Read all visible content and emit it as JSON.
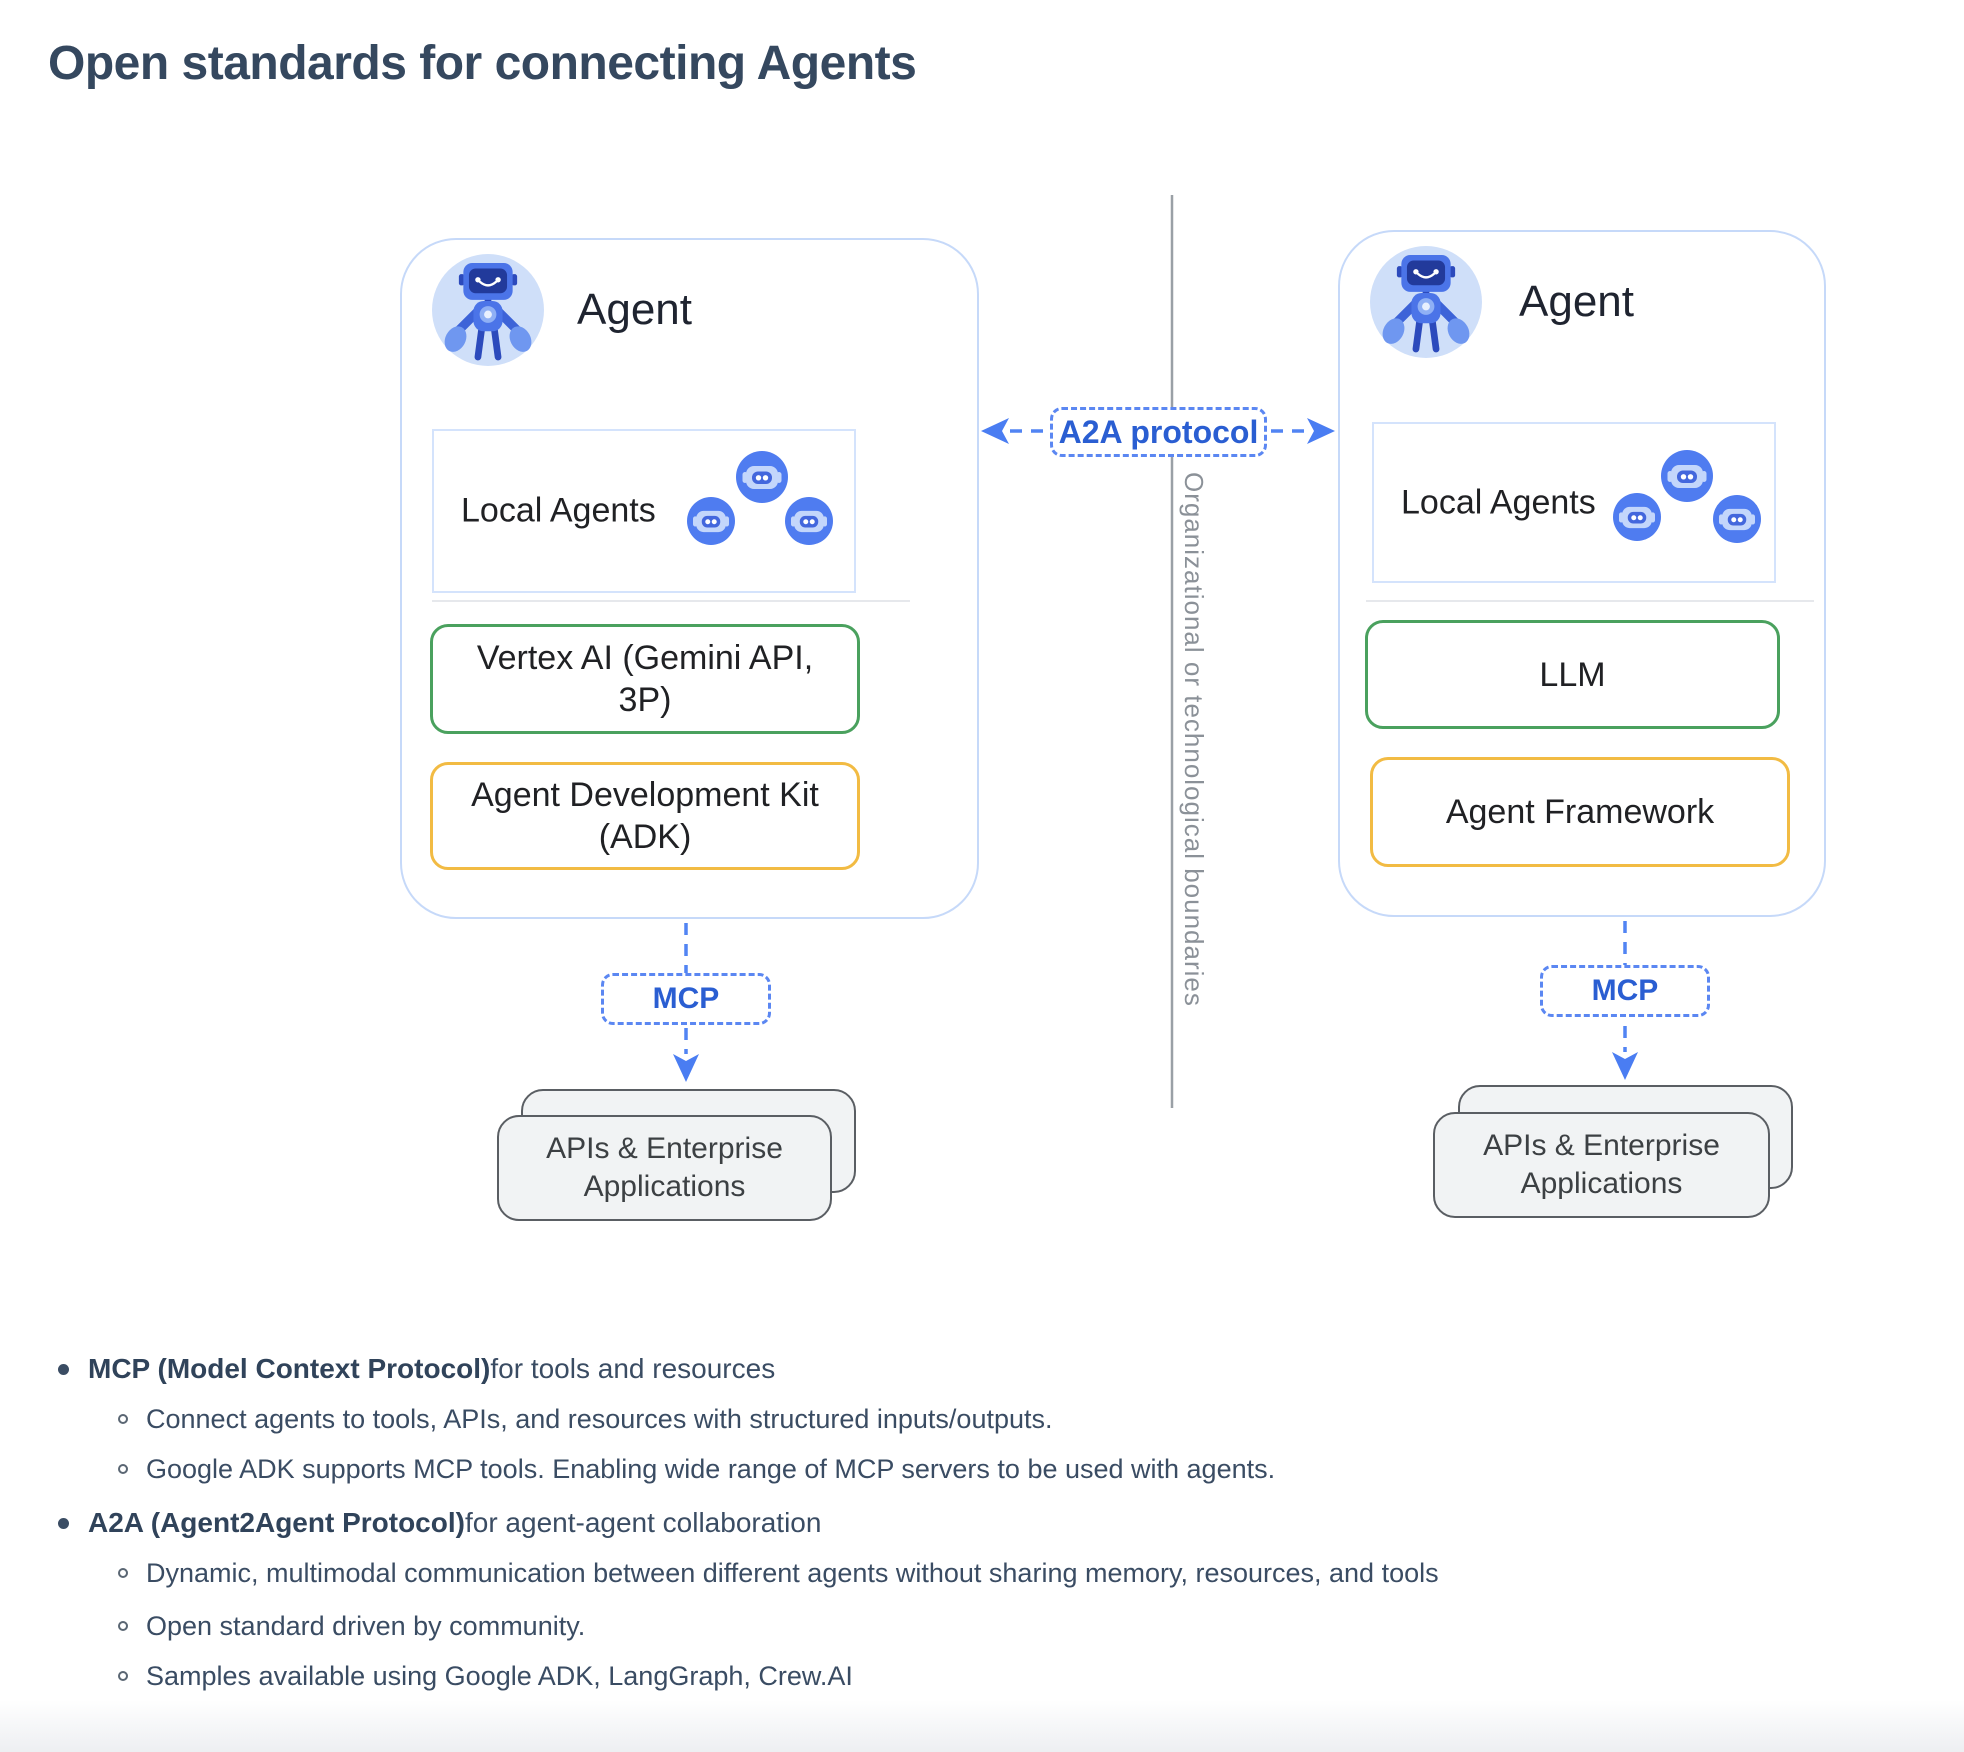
{
  "page": {
    "title": "Open standards for connecting Agents"
  },
  "colors": {
    "accent_blue": "#2a5ed2",
    "dashed_blue": "#5184f3",
    "card_border_blue": "#c6d9f9",
    "inner_border_blue": "#d4e3fc",
    "green_border": "#4aa15e",
    "yellow_border": "#f2bb43",
    "boundary_gray": "#9aa0a6",
    "stack_fill": "#f1f3f4",
    "text_slate": "#3a4c63"
  },
  "diagram": {
    "a2a_label": "A2A protocol",
    "boundary_label": "Organizational or technological boundaries",
    "left": {
      "title": "Agent",
      "local_agents": "Local Agents",
      "model": "Vertex AI (Gemini API, 3P)",
      "framework": "Agent Development Kit (ADK)",
      "mcp": "MCP",
      "apps": "APIs & Enterprise Applications"
    },
    "right": {
      "title": "Agent",
      "local_agents": "Local Agents",
      "model": "LLM",
      "framework": "Agent Framework",
      "mcp": "MCP",
      "apps": "APIs & Enterprise Applications"
    }
  },
  "bullets": [
    {
      "bold": "MCP (Model Context Protocol)",
      "rest": " for tools and resources"
    },
    {
      "text": "Connect agents to tools, APIs, and resources with structured inputs/outputs."
    },
    {
      "text": "Google ADK supports MCP tools. Enabling wide range of MCP servers to be used with agents."
    },
    {
      "bold": "A2A (Agent2Agent Protocol)",
      "rest": " for agent-agent collaboration"
    },
    {
      "text": "Dynamic, multimodal communication between different agents without sharing memory, resources, and tools"
    },
    {
      "text": "Open standard driven by community."
    },
    {
      "text": "Samples available using Google ADK, LangGraph, Crew.AI"
    }
  ]
}
